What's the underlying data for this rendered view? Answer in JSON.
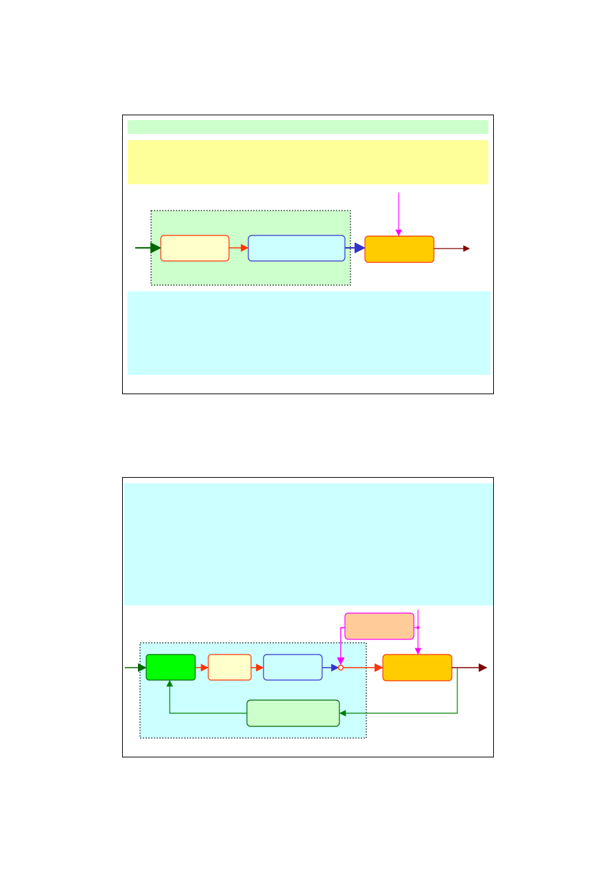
{
  "slides": [
    {
      "name": "open-loop-slide",
      "blocks": [
        {
          "name": "block-1",
          "fill": "#ffffcc",
          "stroke": "#ff3300"
        },
        {
          "name": "block-2",
          "fill": "#ccffff",
          "stroke": "#3333cc"
        },
        {
          "name": "plant-block",
          "fill": "#ffcc00",
          "stroke": "#ff3300"
        }
      ],
      "bands": [
        {
          "name": "title-band",
          "color": "#ccffcc"
        },
        {
          "name": "intro-band",
          "color": "#ffff99"
        },
        {
          "name": "notes-band",
          "color": "#ccffff"
        }
      ],
      "region_color": "#ccffcc"
    },
    {
      "name": "closed-loop-slide",
      "blocks": [
        {
          "name": "controller-block",
          "fill": "#00ff00",
          "stroke": "#006600"
        },
        {
          "name": "actuator-block",
          "fill": "#ffffcc",
          "stroke": "#ff3300"
        },
        {
          "name": "transducer-block",
          "fill": "#ccffff",
          "stroke": "#3333cc"
        },
        {
          "name": "disturbance-block",
          "fill": "#ffcc99",
          "stroke": "#ff00ff"
        },
        {
          "name": "plant-block",
          "fill": "#ffcc00",
          "stroke": "#ff3300"
        },
        {
          "name": "feedback-block",
          "fill": "#ccffcc",
          "stroke": "#006600"
        }
      ],
      "bands": [
        {
          "name": "description-band",
          "color": "#ccffff"
        }
      ],
      "region_color": "#ccffff"
    }
  ],
  "colors": {
    "input_arrow": "#006600",
    "signal_red": "#ff3300",
    "signal_blue": "#3333cc",
    "disturbance": "#ff00ff",
    "output_arrow": "#800000",
    "feedback": "#008000"
  }
}
